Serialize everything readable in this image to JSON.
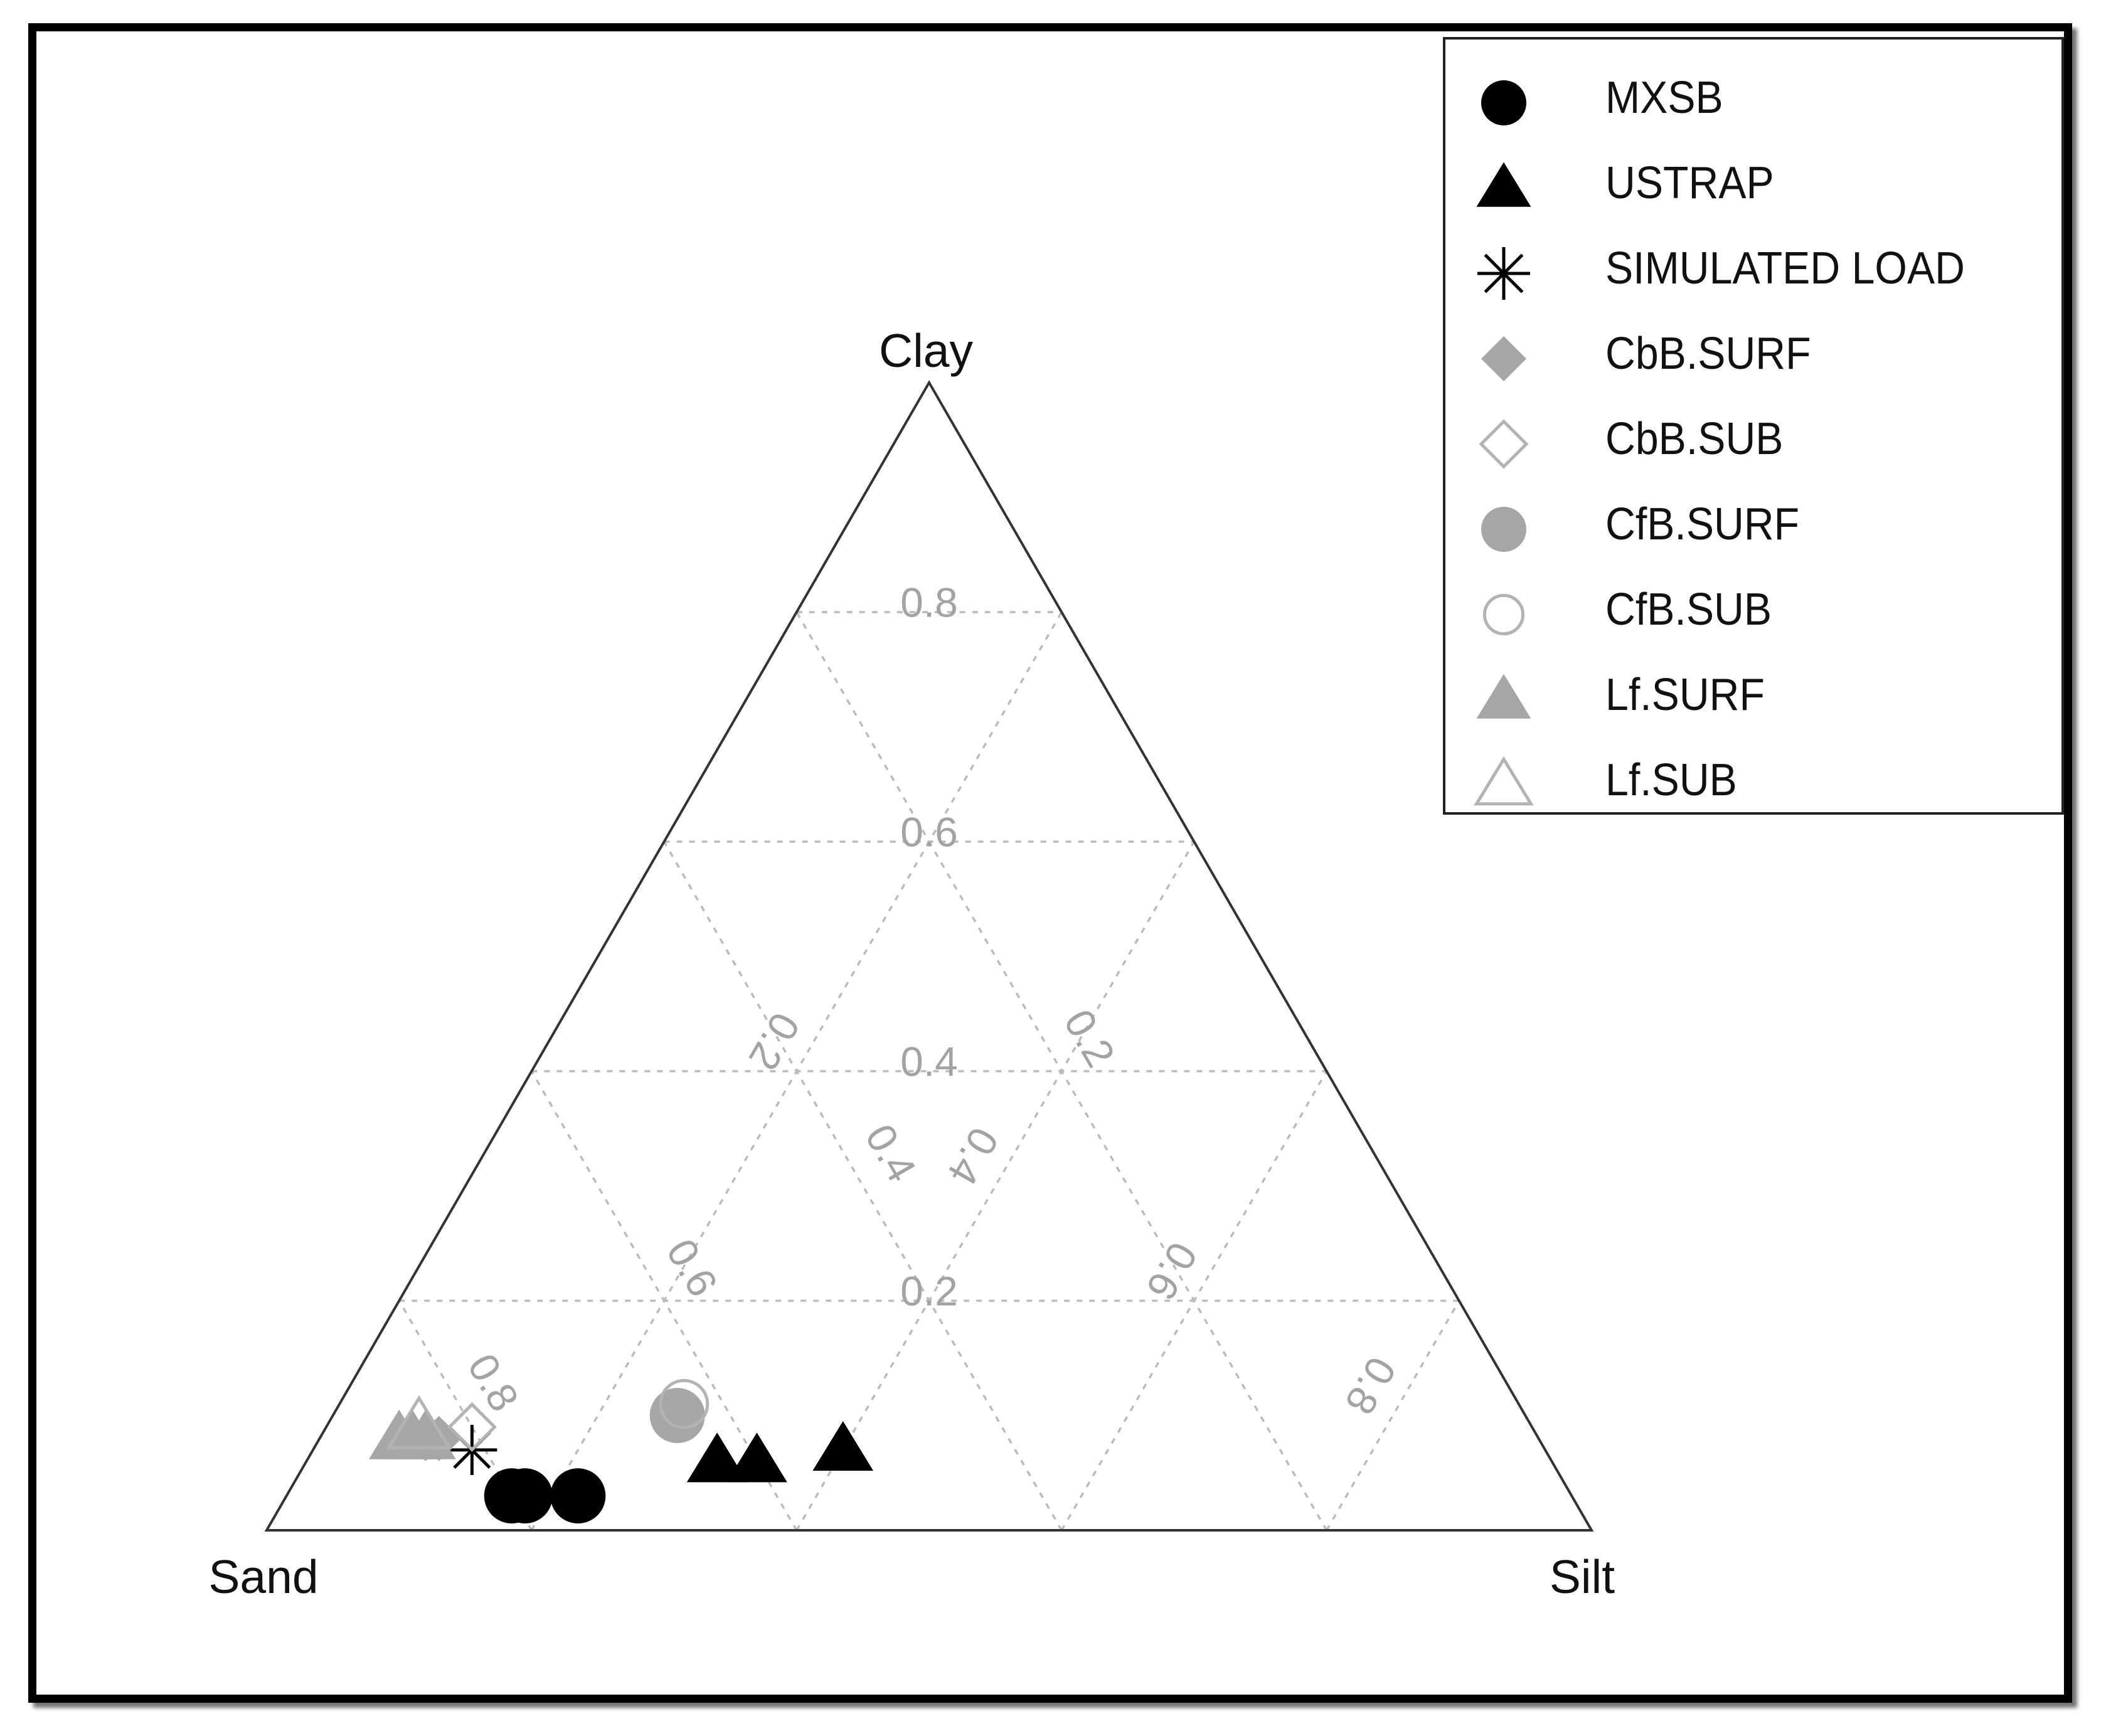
{
  "chart_data": {
    "type": "scatter",
    "subtype": "ternary",
    "axes": {
      "top": "Clay",
      "left": "Sand",
      "right": "Silt"
    },
    "tick_labels": [
      "0.2",
      "0.4",
      "0.6",
      "0.8"
    ],
    "grid": {
      "step": 0.2,
      "style": "dotted",
      "color": "#bbbbbb"
    },
    "legend": {
      "placement": "top-right"
    },
    "series": [
      {
        "name": "MXSB",
        "marker": "filled-circle",
        "color": "#000000",
        "points": [
          {
            "clay": 0.03,
            "silt": 0.17,
            "sand": 0.8
          },
          {
            "clay": 0.03,
            "silt": 0.18,
            "sand": 0.79
          },
          {
            "clay": 0.03,
            "silt": 0.22,
            "sand": 0.75
          }
        ]
      },
      {
        "name": "USTRAP",
        "marker": "filled-triangle",
        "color": "#000000",
        "points": [
          {
            "clay": 0.06,
            "silt": 0.31,
            "sand": 0.63
          },
          {
            "clay": 0.06,
            "silt": 0.34,
            "sand": 0.6
          },
          {
            "clay": 0.07,
            "silt": 0.4,
            "sand": 0.53
          }
        ]
      },
      {
        "name": "SIMULATED LOAD",
        "marker": "asterisk",
        "color": "#000000",
        "points": [
          {
            "clay": 0.07,
            "silt": 0.12,
            "sand": 0.81
          }
        ]
      },
      {
        "name": "CbB.SURF",
        "marker": "filled-diamond",
        "color": "#a6a6a6",
        "points": [
          {
            "clay": 0.08,
            "silt": 0.08,
            "sand": 0.84
          },
          {
            "clay": 0.08,
            "silt": 0.09,
            "sand": 0.83
          }
        ]
      },
      {
        "name": "CbB.SUB",
        "marker": "open-diamond",
        "color": "#b3b3b3",
        "points": [
          {
            "clay": 0.09,
            "silt": 0.11,
            "sand": 0.8
          }
        ]
      },
      {
        "name": "CfB.SURF",
        "marker": "filled-circle",
        "color": "#a6a6a6",
        "points": [
          {
            "clay": 0.1,
            "silt": 0.26,
            "sand": 0.64
          }
        ]
      },
      {
        "name": "CfB.SUB",
        "marker": "open-circle",
        "color": "#b3b3b3",
        "points": [
          {
            "clay": 0.11,
            "silt": 0.26,
            "sand": 0.63
          }
        ]
      },
      {
        "name": "Lf.SURF",
        "marker": "filled-triangle",
        "color": "#a6a6a6",
        "points": [
          {
            "clay": 0.08,
            "silt": 0.06,
            "sand": 0.86
          },
          {
            "clay": 0.08,
            "silt": 0.07,
            "sand": 0.85
          },
          {
            "clay": 0.08,
            "silt": 0.08,
            "sand": 0.84
          }
        ]
      },
      {
        "name": "Lf.SUB",
        "marker": "open-triangle",
        "color": "#b3b3b3",
        "points": [
          {
            "clay": 0.09,
            "silt": 0.07,
            "sand": 0.84
          }
        ]
      }
    ]
  }
}
